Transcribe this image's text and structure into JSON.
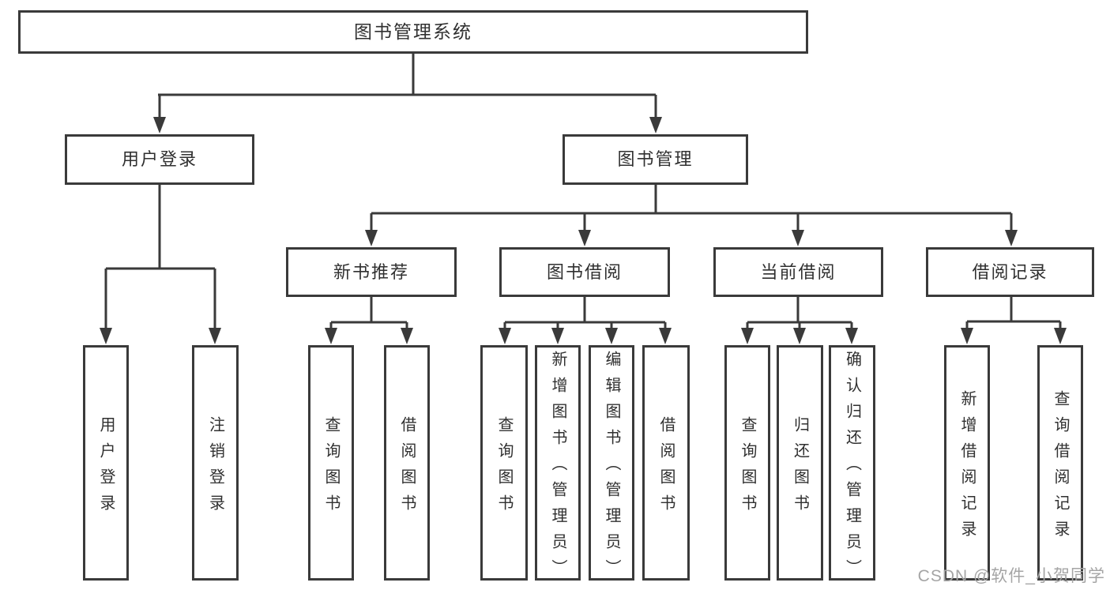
{
  "tree": {
    "root": {
      "label": "图书管理系统",
      "children": [
        {
          "label": "用户登录",
          "children": [
            {
              "label": "用户登录"
            },
            {
              "label": "注销登录"
            }
          ]
        },
        {
          "label": "图书管理",
          "children": [
            {
              "label": "新书推荐",
              "children": [
                {
                  "label": "查询图书"
                },
                {
                  "label": "借阅图书"
                }
              ]
            },
            {
              "label": "图书借阅",
              "children": [
                {
                  "label": "查询图书"
                },
                {
                  "label": "新增图书（管理员）"
                },
                {
                  "label": "编辑图书（管理员）"
                },
                {
                  "label": "借阅图书"
                }
              ]
            },
            {
              "label": "当前借阅",
              "children": [
                {
                  "label": "查询图书"
                },
                {
                  "label": "归还图书"
                },
                {
                  "label": "确认归还（管理员）"
                }
              ]
            },
            {
              "label": "借阅记录",
              "children": [
                {
                  "label": "新增借阅记录"
                },
                {
                  "label": "查询借阅记录"
                }
              ]
            }
          ]
        }
      ]
    }
  },
  "watermark": {
    "text": "CSDN @软件_小贺同学"
  },
  "colors": {
    "line": "#3a3a3a",
    "box_border": "#3a3a3a",
    "text": "#303030",
    "watermark": "#a5a5a5",
    "background": "#ffffff"
  }
}
